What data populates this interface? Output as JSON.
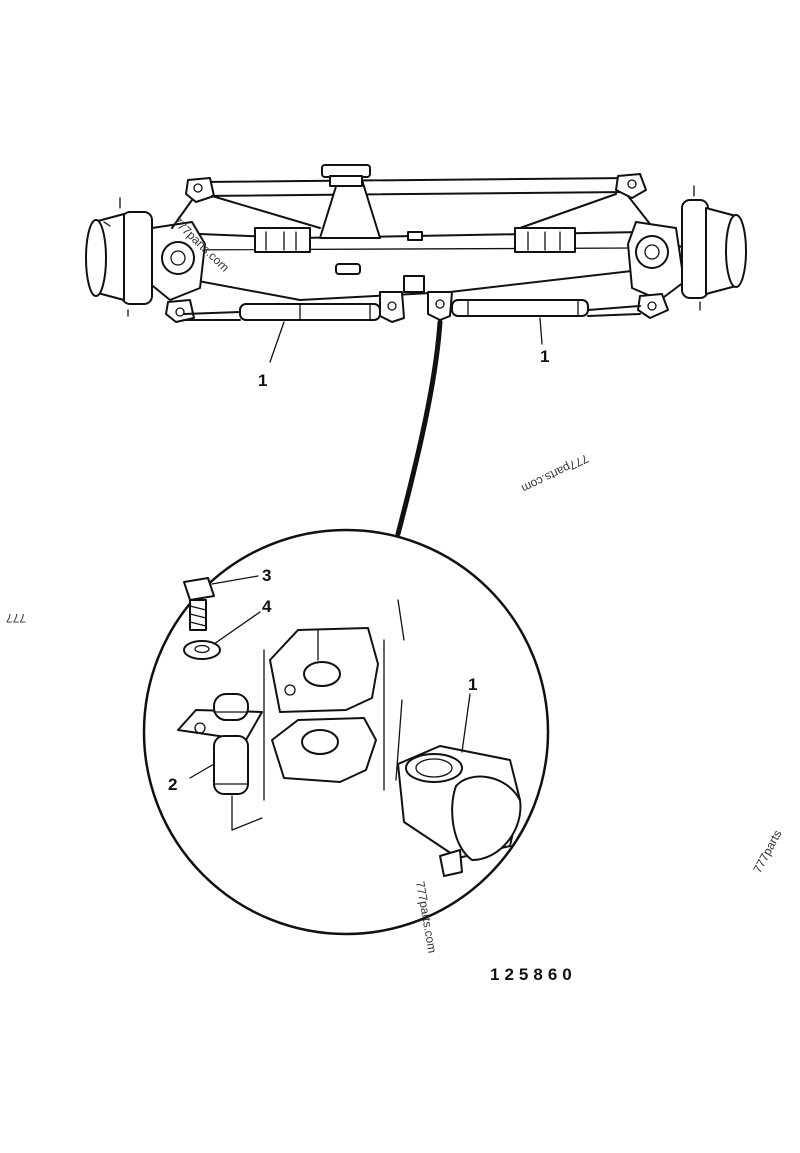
{
  "diagram": {
    "figure_number": "125860",
    "callouts": {
      "ram_left": "1",
      "ram_right": "1",
      "pin": "2",
      "bolt": "3",
      "washer": "4",
      "ram_detail": "1"
    },
    "watermarks": {
      "on_axle": "777parts.com",
      "center": "777parts.com",
      "left_edge": "777",
      "right_edge": "777parts",
      "in_detail": "777parts.com"
    },
    "colors": {
      "ink": "#111111",
      "paper": "#ffffff"
    }
  }
}
